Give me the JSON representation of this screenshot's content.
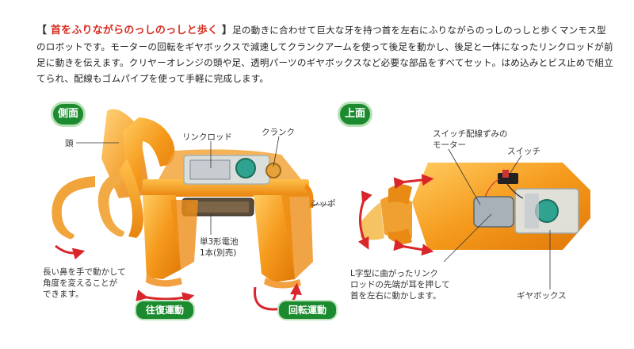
{
  "intro": {
    "bracket_open": "【",
    "heading": " 首をふりながらのっしのっしと歩く ",
    "bracket_close": "】",
    "body": "足の動きに合わせて巨大な牙を持つ首を左右にふりながらのっしのっしと歩くマンモス型のロボットです。モーターの回転をギヤボックスで減速してクランクアームを使って後足を動かし、後足と一体になったリンクロッドが前足に動きを伝えます。クリヤーオレンジの頭や足、透明パーツのギヤボックスなど必要な部品をすべてセット。はめ込みとビス止めで組立てられ、配線もゴムパイプを使って手軽に完成します。"
  },
  "side_view": {
    "badge": "側面",
    "labels": {
      "head": "頭",
      "link_rod": "リンクロッド",
      "crank": "クランク",
      "tail": "シッポ",
      "battery": "単3形電池\n1本(別売)",
      "trunk_note": "長い鼻を手で動かして\n角度を変えることが\nできます。"
    },
    "pill_reciprocating": "往復運動",
    "pill_rotating": "回転運動"
  },
  "top_view": {
    "badge": "上面",
    "labels": {
      "motor": "スイッチ配線ずみの\nモーター",
      "switch": "スイッチ",
      "l_rod_note": "L字型に曲がったリンク\nロッドの先端が耳を押して\n首を左右に動かします。",
      "gearbox": "ギヤボックス"
    }
  },
  "colors": {
    "orange": "#f08a12",
    "orange_light": "#ffb640",
    "green": "#1c8a2f",
    "red_arrow": "#d9262b",
    "heading_red": "#d62d20"
  }
}
